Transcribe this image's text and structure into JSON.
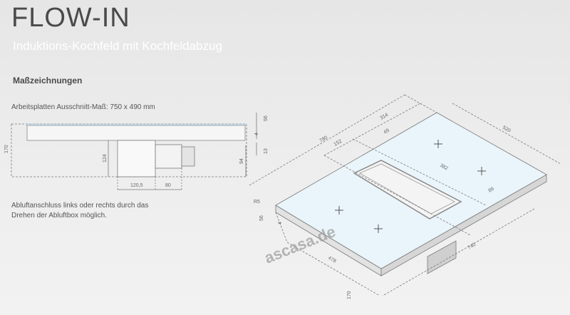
{
  "header": {
    "title": "FLOW-IN",
    "subtitle": "Induktions-Kochfeld mit Kochfeldabzug"
  },
  "section_title": "Maßzeichnungen",
  "cutout_text": "Arbeitsplatten Ausschnitt-Maß: 750 x 490 mm",
  "note_lines": [
    "Abluftanschluss links oder rechts durch das",
    "Drehen der Abluftbox möglich."
  ],
  "side_view": {
    "dims": {
      "height_total": "170",
      "box_height": "124",
      "right_height": "94",
      "top_thickness": "56",
      "glass": "4",
      "offset": "13",
      "box_width": "120,5",
      "fan_width": "80"
    }
  },
  "iso_view": {
    "dims": {
      "depth": "780",
      "d314": "314",
      "d152": "152",
      "d49": "49",
      "d382": "382",
      "width": "520",
      "d89": "89",
      "d740": "740",
      "d478": "478",
      "r": "R5",
      "d56": "56",
      "d4": "4",
      "d170": "170"
    }
  },
  "watermark": "ascasa.de",
  "colors": {
    "glass": "#eaf5fb",
    "line": "#7a7a7a"
  }
}
